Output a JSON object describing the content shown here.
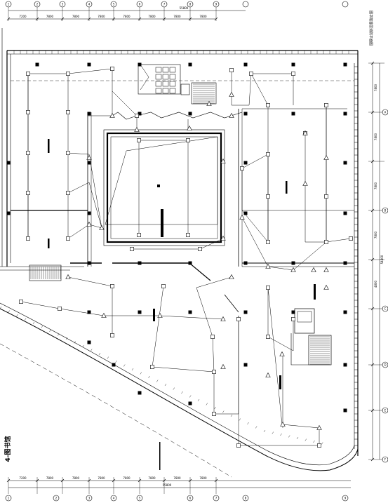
{
  "drawing": {
    "street_label": "4-图书馆",
    "side_note": "图书馆首层消防平面图",
    "top_overall": "55800",
    "bottom_overall": "55800",
    "right_overall": "54600",
    "top_dims": [
      "7200",
      "7800",
      "7800",
      "7800",
      "7800",
      "7800",
      "7800",
      "7800"
    ],
    "bottom_dims": [
      "7200",
      "7800",
      "7800",
      "7800",
      "7800",
      "7800",
      "7800",
      "7800"
    ],
    "right_dims": [
      "7800",
      "7800",
      "7800",
      "7800",
      "4800"
    ],
    "grid_top": [
      "1",
      "2",
      "3",
      "4",
      "5",
      "6",
      "7",
      "8",
      "9"
    ],
    "grid_bottom": [
      "1",
      "2",
      "3",
      "4",
      "5",
      "6",
      "7",
      "8",
      "9"
    ],
    "grid_right": [
      "A",
      "B",
      "C",
      "D",
      "E",
      "F"
    ]
  }
}
